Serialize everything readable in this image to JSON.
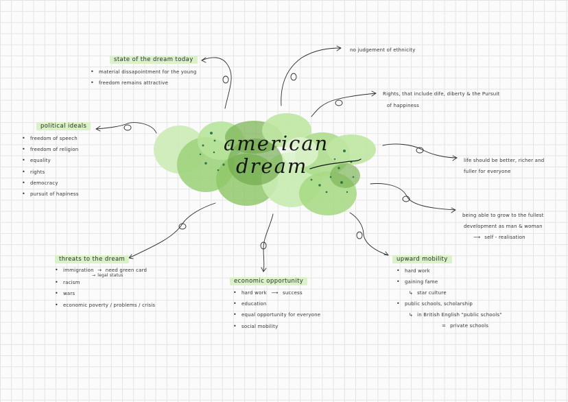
{
  "center": {
    "line1": "american",
    "line2": "dream"
  },
  "top_notes": {
    "ethnicity": "no judgement of ethnicity",
    "rights_line1": "Rights, that include dife, diberty & the Pursuit",
    "rights_line2": "of happiness"
  },
  "right_notes": {
    "life_line1": "life should be better, richer and",
    "life_line2": "fuller for everyone",
    "grow_line1": "being able to grow to the fullest",
    "grow_line2": "development as man & woman",
    "grow_line3": "self - realisation"
  },
  "state_of_dream": {
    "heading": "state of the dream today",
    "items": [
      "material dissapointment for the young",
      "freedom remains attractive"
    ]
  },
  "political_ideals": {
    "heading": "political ideals",
    "items": [
      "freedom of speech",
      "freedom of religion",
      "equality",
      "rights",
      "democracy",
      "pursuit of hapiness"
    ]
  },
  "threats": {
    "heading": "threats to the dream",
    "item1_part1": "immigration",
    "item1_part2": "need green card",
    "item1_part3": "legal status",
    "items_rest": [
      "racism",
      "wars",
      "economic poverty / problems / crisis"
    ]
  },
  "economic": {
    "heading": "economic opportunity",
    "item1_part1": "hard work",
    "item1_part2": "success",
    "items_rest": [
      "education",
      "equal opportunity for everyone",
      "social mobility"
    ]
  },
  "upward": {
    "heading": "upward mobility",
    "items": [
      "hard work",
      "gaining fame"
    ],
    "sub1": "star culture",
    "item3": "public schools, scholarship",
    "sub2": "in British English \"public schools\"",
    "sub3": "private schools"
  },
  "colors": {
    "highlight": "#d9f2c8",
    "blob_light": "#bfe6a2",
    "blob_mid": "#9fd37c",
    "blob_dark": "#7fb65a",
    "dot": "#2f7a4a",
    "grid": "#e4e4e4"
  }
}
